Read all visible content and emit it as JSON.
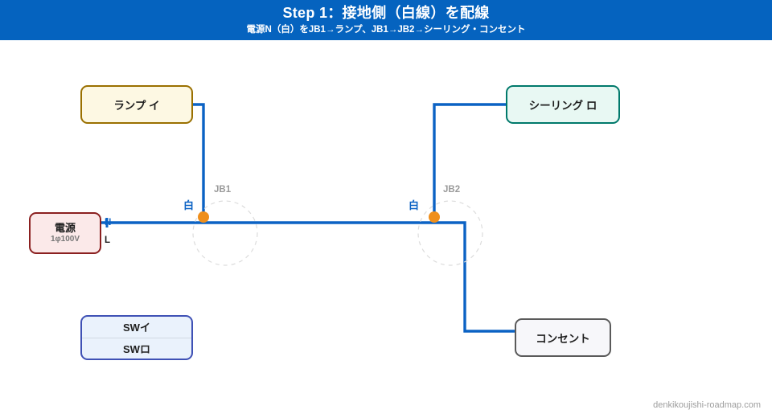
{
  "header": {
    "title": "Step 1：接地側（白線）を配線",
    "subtitle": "電源N（白）をJB1→ランプ、JB1→JB2→シーリング・コンセント"
  },
  "colors": {
    "header_bg": "#0563bf",
    "wire_blue": "#0b62c4",
    "junction_dot": "#ef8f1c",
    "lamp_border": "#9a7000",
    "lamp_fill": "#fdf8e3",
    "ceiling_border": "#00796b",
    "ceiling_fill": "#e8f8f3",
    "outlet_border": "#5a5a5a",
    "outlet_fill": "#f7f7fa",
    "source_border": "#8b2020",
    "source_fill": "#fbe9e9",
    "switch_border": "#3f51b5",
    "switch_fill": "#eaf2fc",
    "jb_label": "#9a9a9a",
    "page_bg": "#ffffff"
  },
  "nodes": {
    "lamp": {
      "label": "ランプ イ"
    },
    "ceiling": {
      "label": "シーリング ロ"
    },
    "outlet": {
      "label": "コンセント"
    },
    "source": {
      "label": "電源",
      "rating": "1φ100V"
    },
    "switch": {
      "row_top": "SWイ",
      "row_bottom": "SWロ"
    }
  },
  "labels": {
    "jb1": "JB1",
    "jb2": "JB2",
    "white_wire_1": "白",
    "white_wire_2": "白",
    "terminal_n": "N",
    "terminal_l": "L"
  },
  "footer": {
    "watermark": "denkikoujishi-roadmap.com"
  }
}
